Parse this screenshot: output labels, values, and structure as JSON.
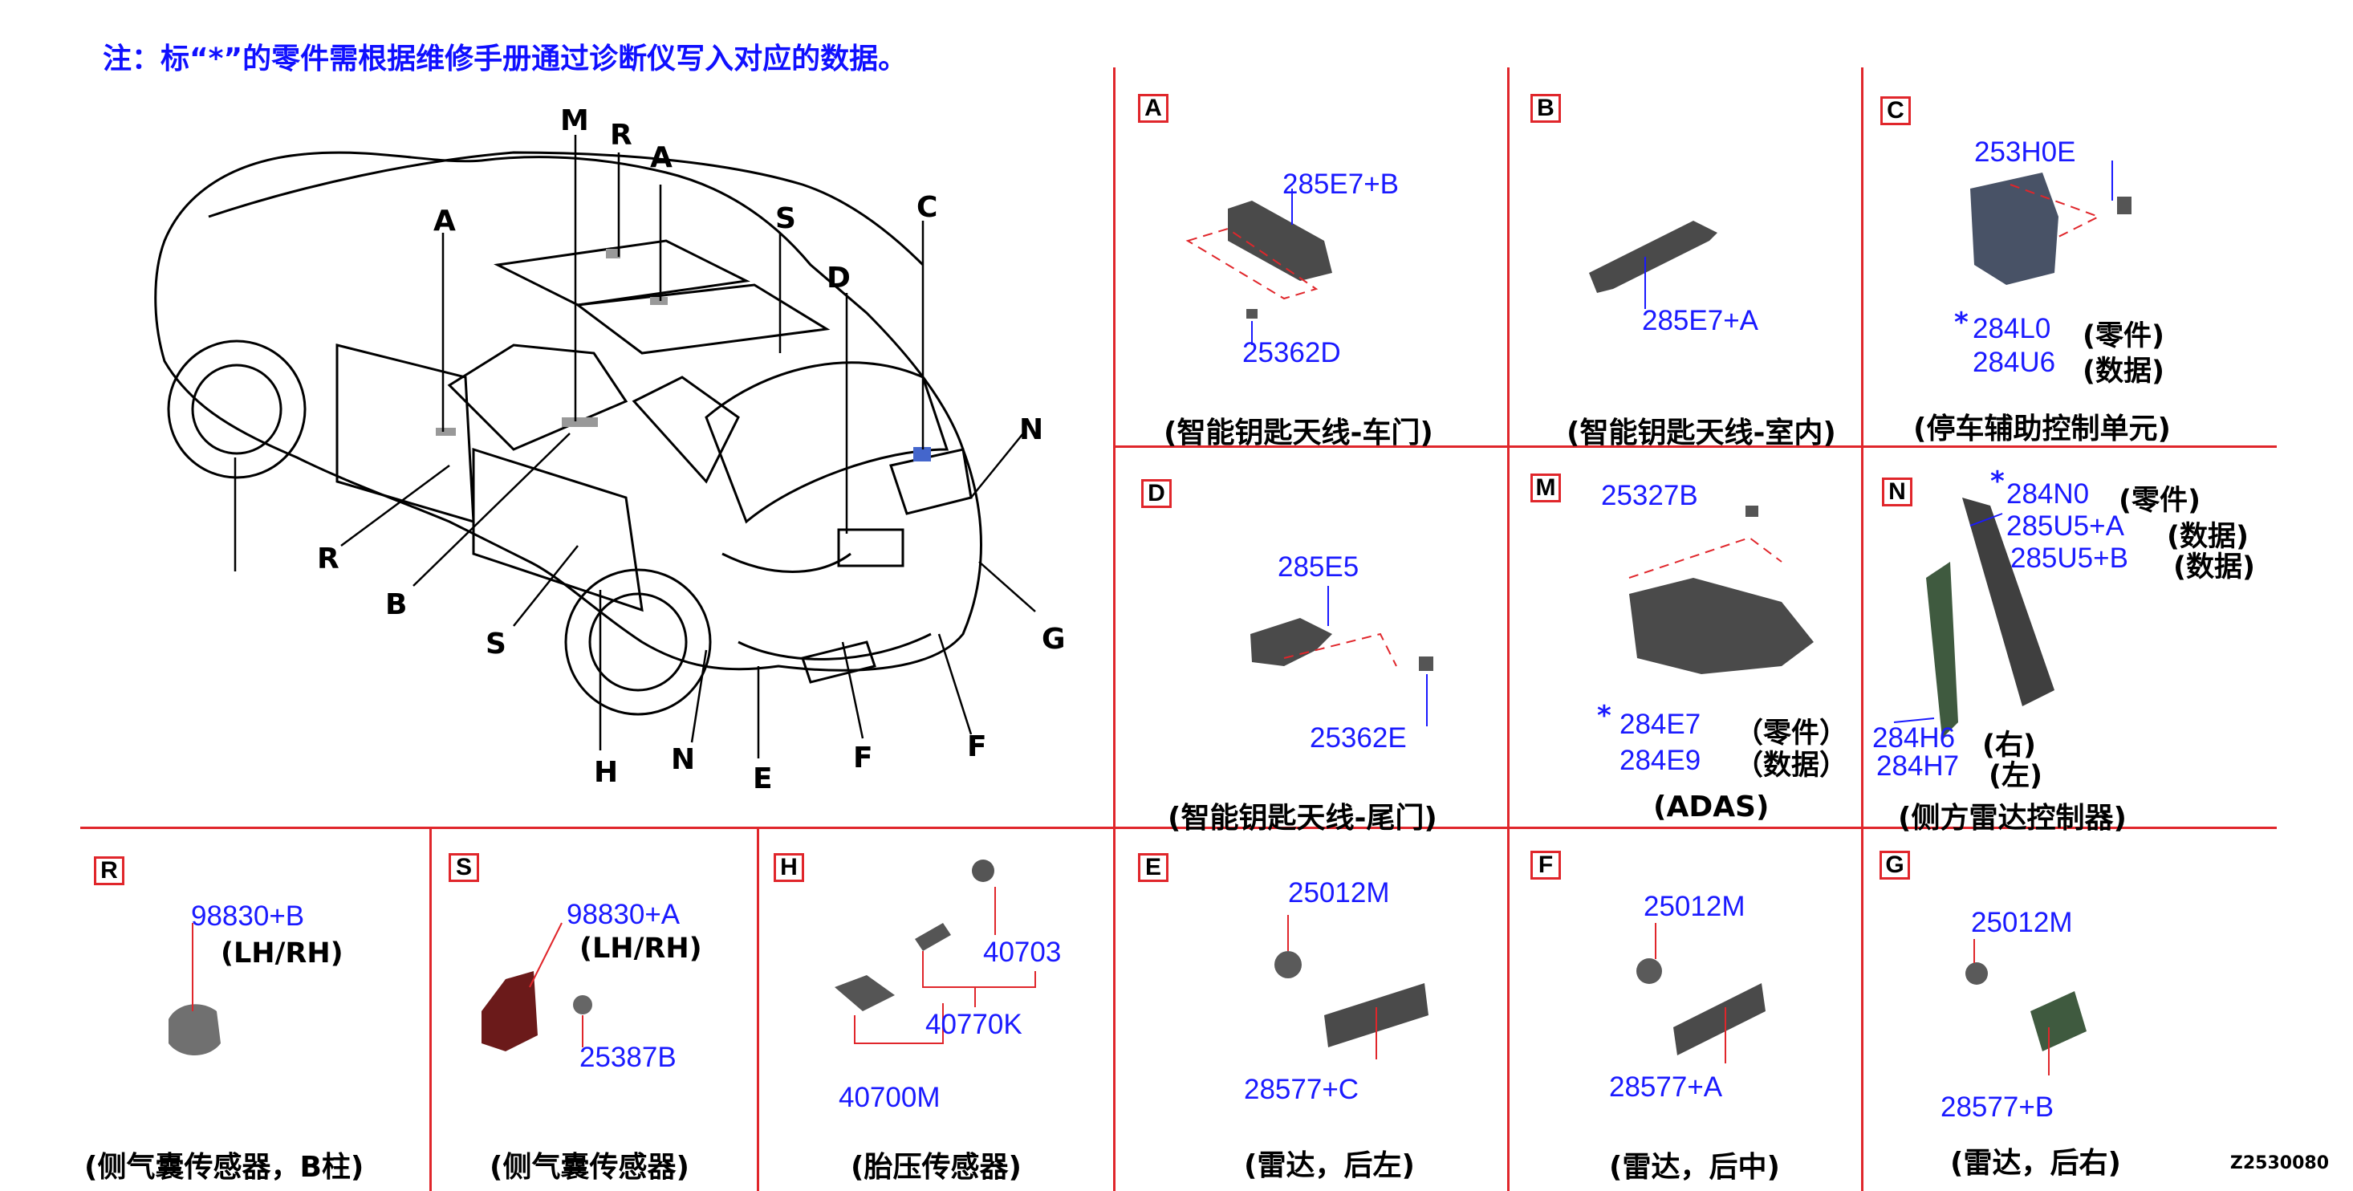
{
  "note": "注：标“*”的零件需根据维修手册通过诊断仪写入对应的数据。",
  "car_letters": {
    "M": "M",
    "R_top": "R",
    "A_top": "A",
    "A": "A",
    "S_top": "S",
    "C": "C",
    "D": "D",
    "N_right": "N",
    "R": "R",
    "B": "B",
    "S": "S",
    "G": "G",
    "H": "H",
    "N": "N",
    "E": "E",
    "F": "F"
  },
  "panels": {
    "A": {
      "box": "A",
      "parts": [
        "285E7+B",
        "25362D"
      ],
      "caption": "(智能钥匙天线-车门)"
    },
    "B": {
      "box": "B",
      "parts": [
        "285E7+A"
      ],
      "caption": "(智能钥匙天线-室内)"
    },
    "C": {
      "box": "C",
      "parts": [
        "253H0E",
        "284L0",
        "284U6"
      ],
      "star": "*",
      "labels": [
        "(零件)",
        "(数据)"
      ],
      "caption": "(停车辅助控制单元)"
    },
    "D": {
      "box": "D",
      "parts": [
        "285E5",
        "25362E"
      ],
      "caption": "(智能钥匙天线-尾门)"
    },
    "M": {
      "box": "M",
      "parts": [
        "25327B",
        "284E7",
        "284E9"
      ],
      "star": "*",
      "labels": [
        "（零件）",
        "（数据）"
      ],
      "caption": "(ADAS)"
    },
    "N": {
      "box": "N",
      "parts": [
        "284N0",
        "285U5+A",
        "285U5+B",
        "284H6",
        "284H7"
      ],
      "star": "*",
      "labels": [
        "(零件)",
        "(数据)",
        "(数据)",
        "(右)",
        "(左)"
      ],
      "caption": "(侧方雷达控制器)"
    },
    "R": {
      "box": "R",
      "parts": [
        "98830+B"
      ],
      "side": "(LH/RH)",
      "caption": "(侧气囊传感器，B柱)"
    },
    "S": {
      "box": "S",
      "parts": [
        "98830+A",
        "25387B"
      ],
      "side": "(LH/RH)",
      "caption": "(侧气囊传感器)"
    },
    "H": {
      "box": "H",
      "parts": [
        "40703",
        "40770K",
        "40700M"
      ],
      "caption": "(胎压传感器)"
    },
    "E": {
      "box": "E",
      "parts": [
        "25012M",
        "28577+C"
      ],
      "caption": "(雷达，后左)"
    },
    "F": {
      "box": "F",
      "parts": [
        "25012M",
        "28577+A"
      ],
      "caption": "(雷达，后中)"
    },
    "G": {
      "box": "G",
      "parts": [
        "25012M",
        "28577+B"
      ],
      "caption": "(雷达，后右)"
    }
  },
  "code": "Z2530080",
  "colors": {
    "rule": "#e0262b",
    "part_number": "#1a1aff",
    "note": "#1010ff"
  }
}
